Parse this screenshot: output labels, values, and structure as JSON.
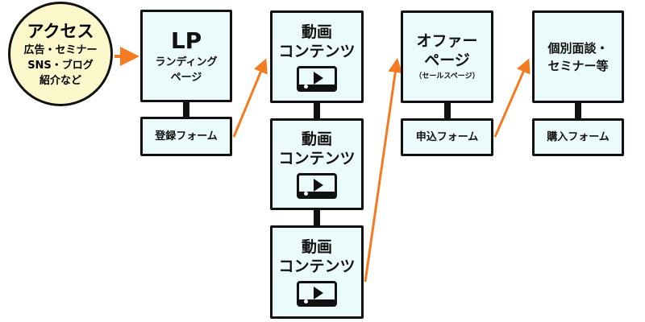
{
  "access": {
    "title": "アクセス",
    "lines": [
      "広告・セミナー",
      "SNS・ブログ",
      "紹介など"
    ]
  },
  "lp": {
    "title": "LP",
    "sub": [
      "ランディング",
      "ページ"
    ],
    "form": "登録フォーム"
  },
  "videos": [
    {
      "lines": [
        "動画",
        "コンテンツ"
      ]
    },
    {
      "lines": [
        "動画",
        "コンテンツ"
      ]
    },
    {
      "lines": [
        "動画",
        "コンテンツ"
      ]
    }
  ],
  "offer": {
    "lines": [
      "オファー",
      "ページ"
    ],
    "note": "（セールスページ）",
    "form": "申込フォーム"
  },
  "consult": {
    "lines": [
      "個別面談・",
      "セミナー等"
    ],
    "form": "購入フォーム"
  },
  "colors": {
    "arrow": "#f47b20",
    "box": "#ebfbfc",
    "circle": "#fdf7cc"
  }
}
